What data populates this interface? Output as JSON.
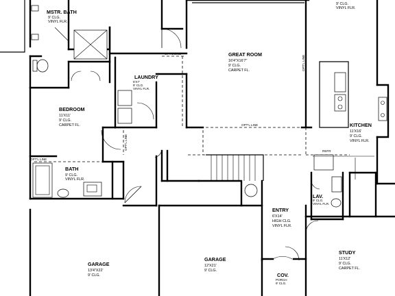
{
  "rooms": {
    "master_bath": {
      "name": "MSTR. BATH",
      "lines": [
        "9' CLG.",
        "VINYL FLR."
      ]
    },
    "laundry": {
      "name": "LAUNDRY",
      "lines": [
        "5'X7'",
        "9' CLG.",
        "VINYL FLR."
      ]
    },
    "great_room": {
      "name": "GREAT ROOM",
      "lines": [
        "16'4\"X16'7\"",
        "9' CLG.",
        "CARPET FL."
      ]
    },
    "bedroom": {
      "name": "BEDROOM",
      "lines": [
        "11'X11'",
        "9' CLG.",
        "CARPET FL."
      ]
    },
    "kitchen": {
      "name": "KITCHEN",
      "lines": [
        "11'X16'",
        "9' CLG.",
        "VINYL FLR."
      ]
    },
    "bath": {
      "name": "BATH",
      "lines": [
        "9' CLG.",
        "VINYL FLR."
      ]
    },
    "garage_left": {
      "name": "GARAGE",
      "lines": [
        "13'4\"X22'",
        "9' CLG."
      ]
    },
    "garage_center": {
      "name": "GARAGE",
      "lines": [
        "12'X21'",
        "9' CLG."
      ]
    },
    "entry": {
      "name": "ENTRY",
      "lines": [
        "6'X14'",
        "HIGH CLG.",
        "VINYL FLR."
      ]
    },
    "lav": {
      "name": "LAV.",
      "lines": [
        "9' CLG.",
        "VINYL FLR."
      ]
    },
    "study": {
      "name": "STUDY",
      "lines": [
        "11'X12'",
        "9' CLG.",
        "CARPET FL."
      ]
    },
    "covered_porch": {
      "name": "COV.",
      "lines": [
        "PORCH",
        "9' CLG."
      ]
    },
    "top_right_partial": {
      "lines": [
        "9' CLG.",
        "VINYL FLR."
      ]
    }
  },
  "annotations": {
    "opt_line": "OPT'L LINE",
    "refr": "REFR"
  }
}
